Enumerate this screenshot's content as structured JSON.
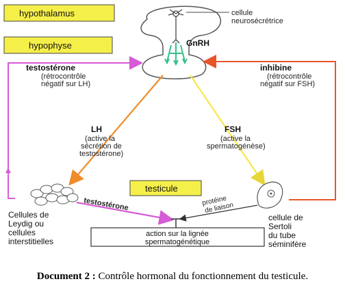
{
  "labels": {
    "hypothalamus": "hypothalamus",
    "hypophyse": "hypophyse",
    "testicule": "testicule",
    "gnrh": "GnRH",
    "cellule_line1": "cellule",
    "cellule_line2": "neurosécrétrice",
    "testosterone_top": "testostérone",
    "retro_lh_1": "(rétrocontrôle",
    "retro_lh_2": "négatif sur LH)",
    "inhibine": "inhibine",
    "retro_fsh_1": "(rétrocontrôle",
    "retro_fsh_2": "négatif sur FSH)",
    "lh": "LH",
    "lh_desc_1": "(active la",
    "lh_desc_2": "sécrétion de",
    "lh_desc_3": "testostérone)",
    "fsh": "FSH",
    "fsh_desc_1": "(active la",
    "fsh_desc_2": "spermatogénèse)",
    "leydig_1": "Cellules de",
    "leydig_2": "Leydig ou",
    "leydig_3": "cellules",
    "leydig_4": "interstitielles",
    "testosterone_bottom": "testostérone",
    "proteine_1": "protéine",
    "proteine_2": "de liaison",
    "sertoli_1": "cellule de",
    "sertoli_2": "Sertoli",
    "sertoli_3": "du tube",
    "sertoli_4": "séminifère",
    "action_1": "action sur la lignée",
    "action_2": "spermatogénétique"
  },
  "caption": {
    "prefix": "Document 2 :",
    "text": " Contrôle hormonal du fonctionnement du testicule."
  },
  "colors": {
    "label_box": "#f5ef4a",
    "orange": "#f08a2a",
    "yellow": "#f4e84a",
    "magenta": "#d65bd6",
    "red_orange": "#e8542a",
    "gnrh_green": "#36c08a"
  }
}
